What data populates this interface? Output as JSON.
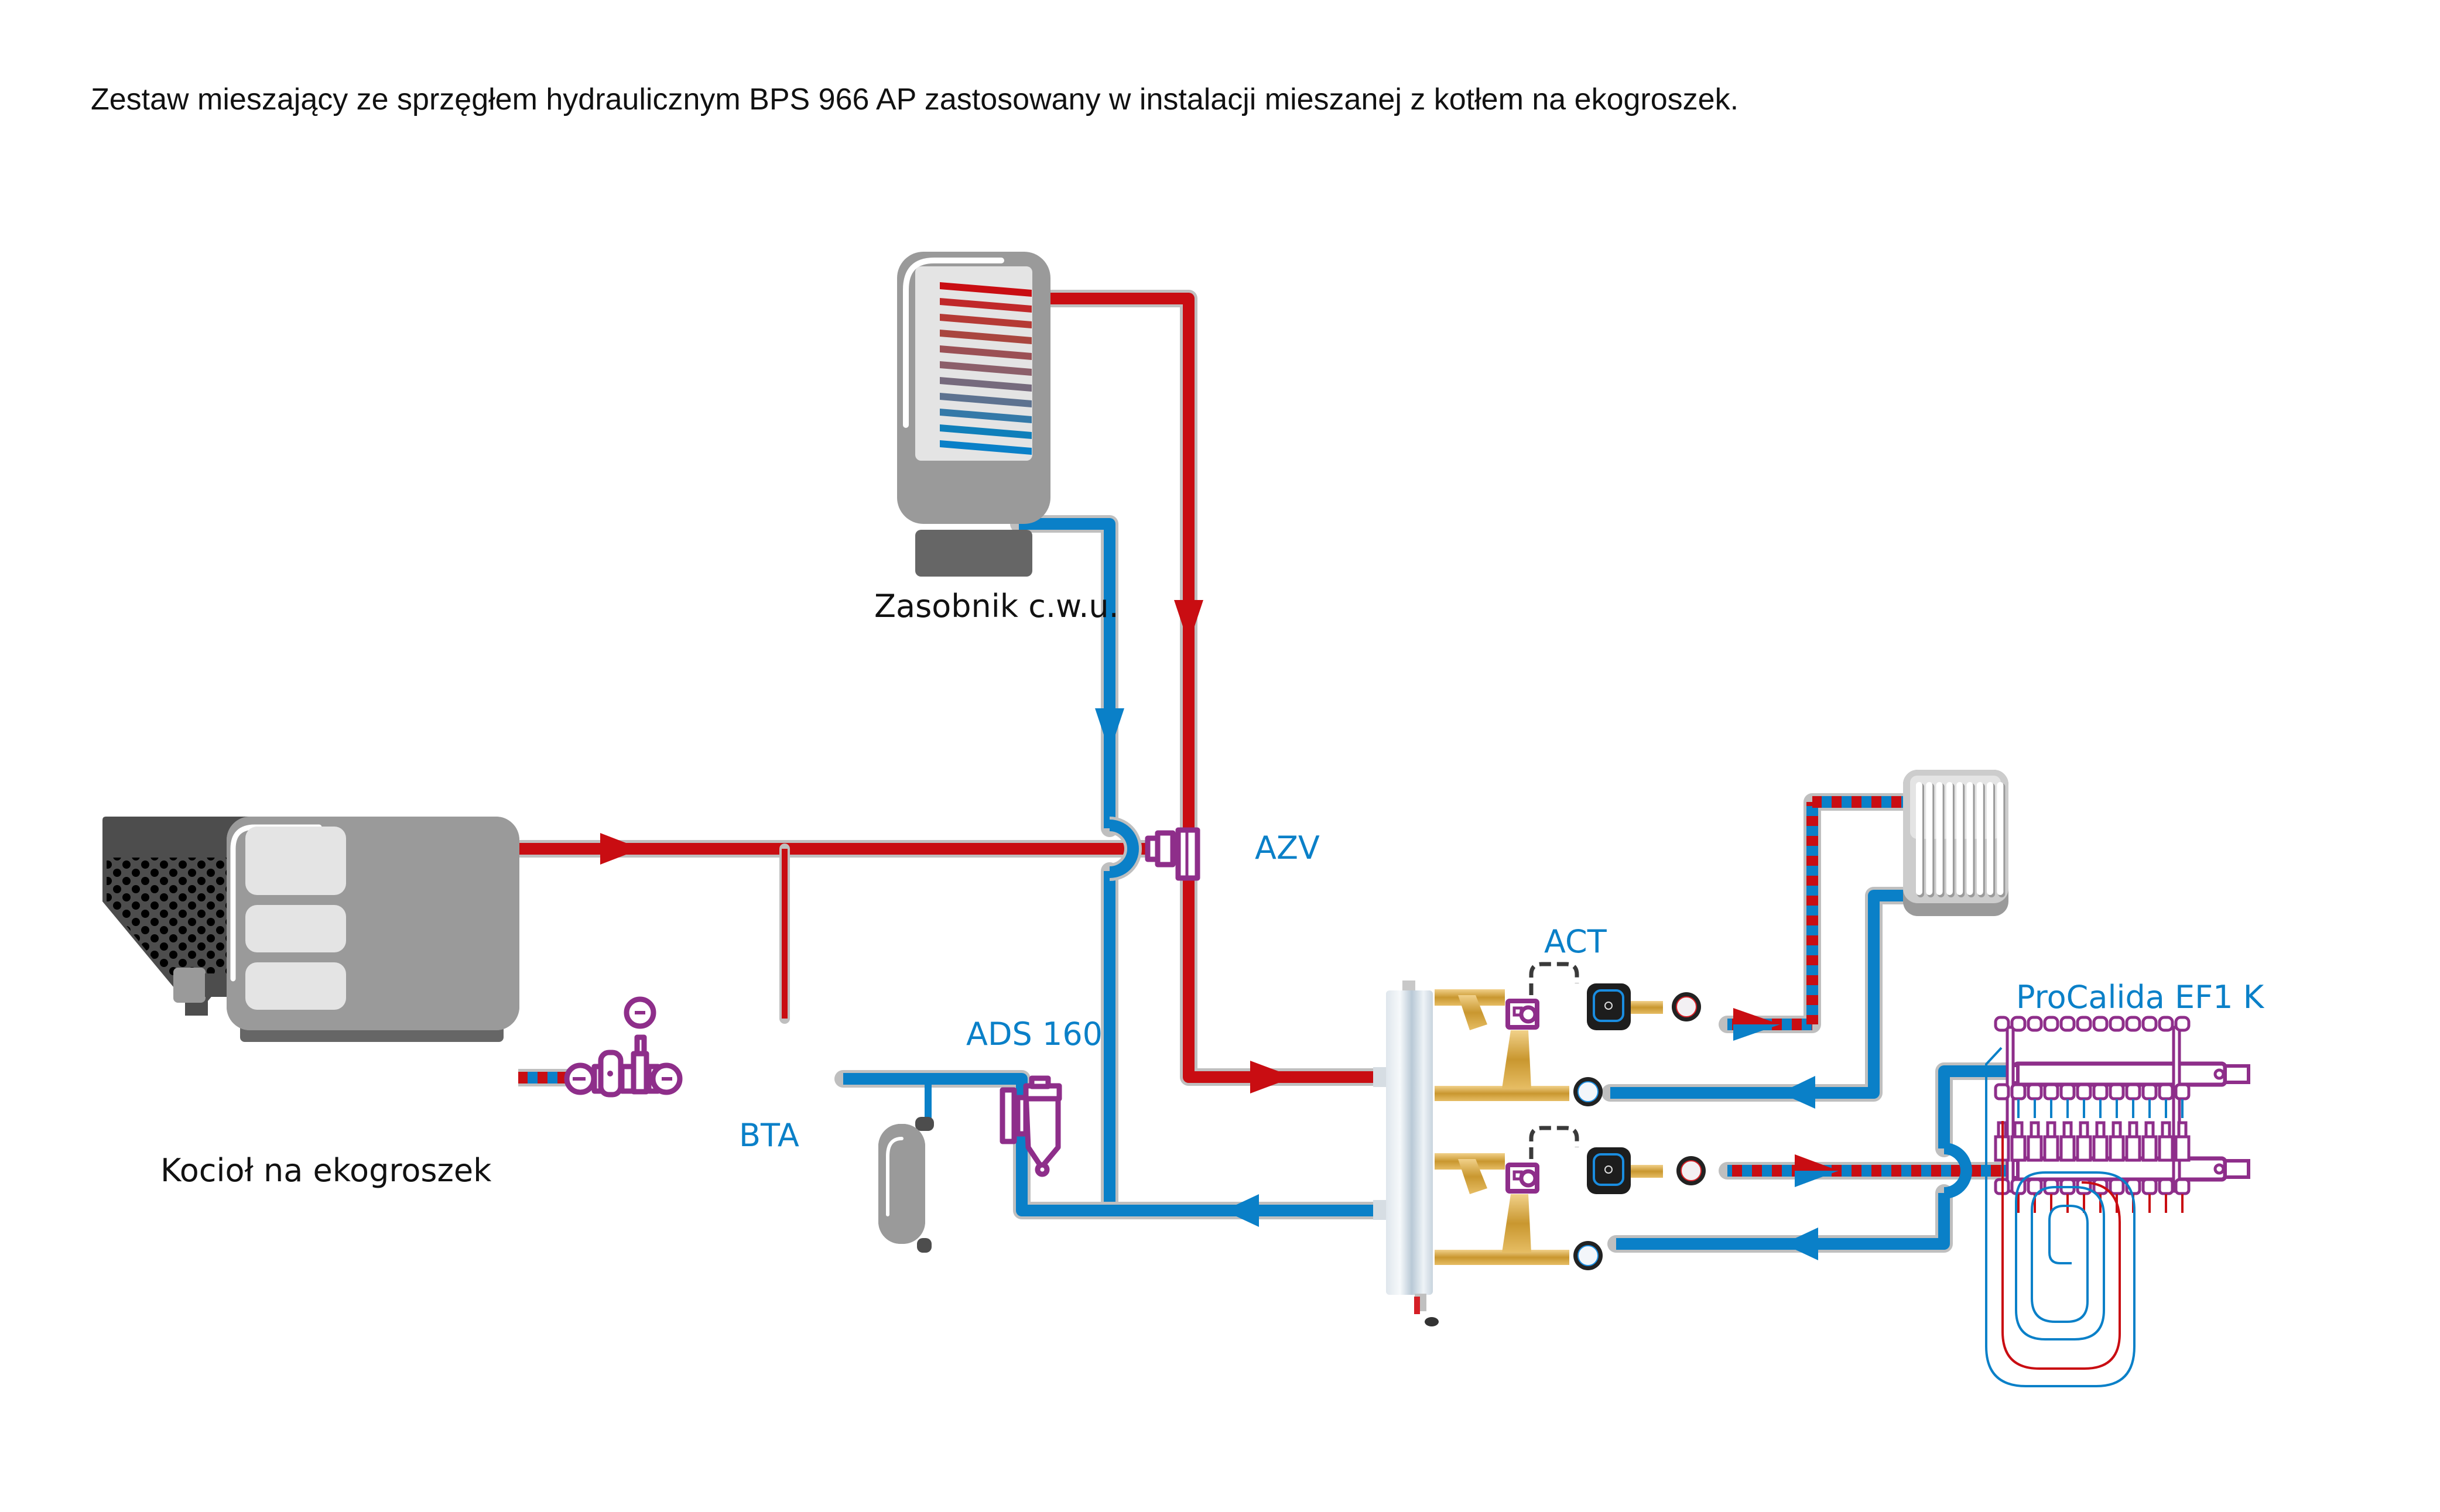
{
  "caption": "Zestaw mieszający ze sprzęgłem hydraulicznym BPS 966 AP zastosowany w instalacji mieszanej z kotłem na ekogroszek.",
  "labels": {
    "boiler": "Kocioł na ekogroszek",
    "dhw_tank": "Zasobnik c.w.u.",
    "bta": "BTA",
    "ads": "ADS 160",
    "azv": "AZV",
    "act": "ACT",
    "manifold": "ProCalida EF1 K"
  },
  "colors": {
    "hot": "#c90d12",
    "cold": "#0a80c8",
    "valve": "#8e2e8a",
    "device_gray": "#9a9a9a",
    "device_light": "#e4e4e4",
    "hopper": "#4d4d4d"
  },
  "components": [
    {
      "id": "boiler",
      "label_key": "boiler"
    },
    {
      "id": "hopper",
      "label_key": null
    },
    {
      "id": "dhw-tank",
      "label_key": "dhw_tank"
    },
    {
      "id": "bta-valve",
      "label_key": "bta"
    },
    {
      "id": "expansion-vessel",
      "label_key": null
    },
    {
      "id": "ads-separator",
      "label_key": "ads"
    },
    {
      "id": "azv-valve",
      "label_key": "azv"
    },
    {
      "id": "hydraulic-separator",
      "label_key": null
    },
    {
      "id": "mixing-group-act",
      "label_key": "act"
    },
    {
      "id": "radiator",
      "label_key": null
    },
    {
      "id": "floor-manifold",
      "label_key": "manifold"
    },
    {
      "id": "floor-heating-loop",
      "label_key": null
    }
  ]
}
